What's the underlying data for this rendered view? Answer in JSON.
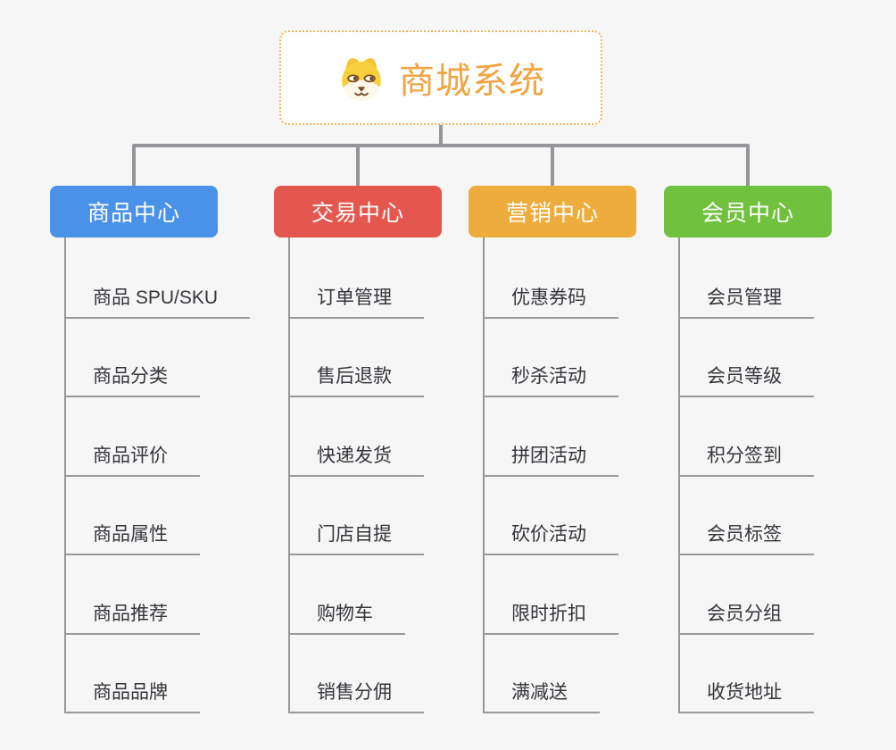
{
  "root": {
    "title": "商城系统",
    "icon": "shiba-dog-icon"
  },
  "branches": [
    {
      "label": "商品中心",
      "color": "#4a91e8",
      "items": [
        "商品 SPU/SKU",
        "商品分类",
        "商品评价",
        "商品属性",
        "商品推荐",
        "商品品牌"
      ]
    },
    {
      "label": "交易中心",
      "color": "#e4574f",
      "items": [
        "订单管理",
        "售后退款",
        "快递发货",
        "门店自提",
        "购物车",
        "销售分佣"
      ]
    },
    {
      "label": "营销中心",
      "color": "#eeac3d",
      "items": [
        "优惠券码",
        "秒杀活动",
        "拼团活动",
        "砍价活动",
        "限时折扣",
        "满减送"
      ]
    },
    {
      "label": "会员中心",
      "color": "#6fc13e",
      "items": [
        "会员管理",
        "会员等级",
        "积分签到",
        "会员标签",
        "会员分组",
        "收货地址"
      ]
    }
  ],
  "colors": {
    "background": "#f6f6f7",
    "connector": "#95959a",
    "root_text": "#f0a443",
    "root_border": "#f2b45c",
    "item_text": "#35353a",
    "underline": "#98989d"
  }
}
